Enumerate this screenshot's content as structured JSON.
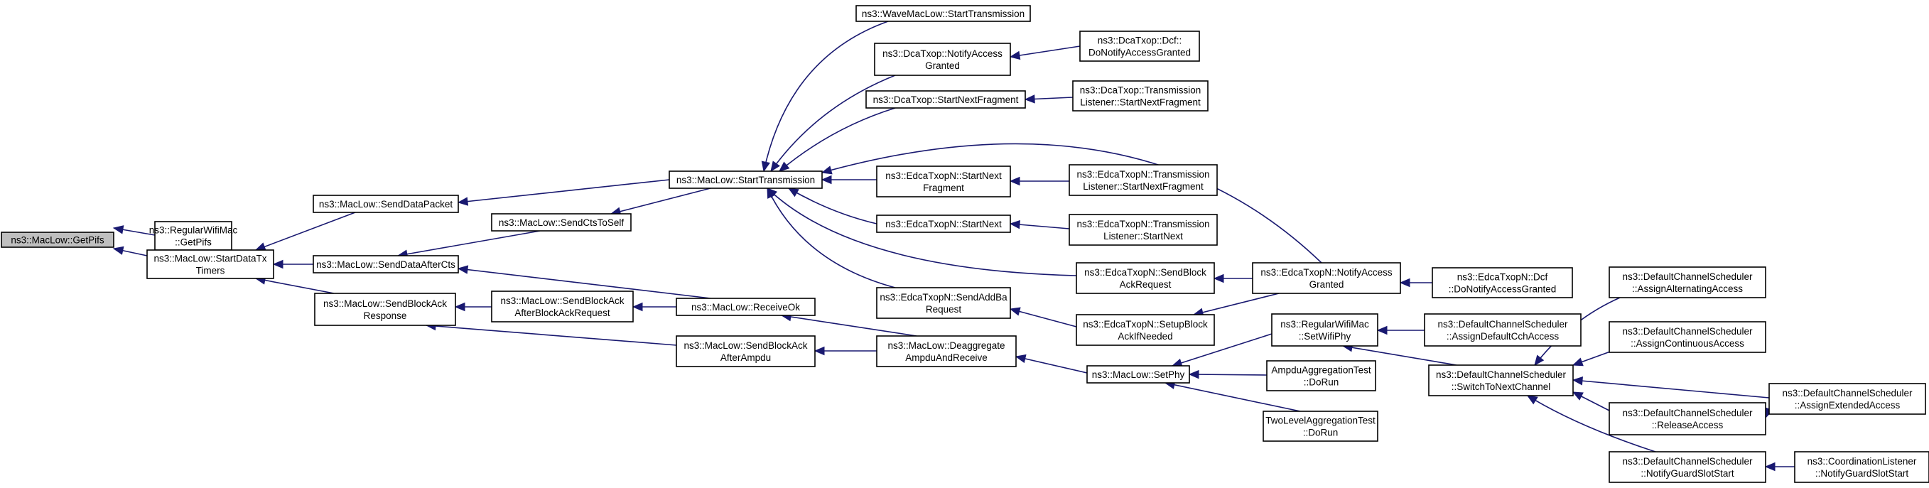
{
  "graph": {
    "root": "getpifs",
    "nodes": [
      {
        "id": "getpifs",
        "lines": [
          "ns3::MacLow::GetPifs"
        ]
      },
      {
        "id": "regwifi_getpifs",
        "lines": [
          "ns3::RegularWifiMac",
          "::GetPifs"
        ]
      },
      {
        "id": "startdatatx",
        "lines": [
          "ns3::MacLow::StartDataTx",
          "Timers"
        ]
      },
      {
        "id": "senddatapacket",
        "lines": [
          "ns3::MacLow::SendDataPacket"
        ]
      },
      {
        "id": "senddataaftercts",
        "lines": [
          "ns3::MacLow::SendDataAfterCts"
        ]
      },
      {
        "id": "sendblockackresp",
        "lines": [
          "ns3::MacLow::SendBlockAck",
          "Response"
        ]
      },
      {
        "id": "sendctstoself",
        "lines": [
          "ns3::MacLow::SendCtsToSelf"
        ]
      },
      {
        "id": "sendbaafterbar",
        "lines": [
          "ns3::MacLow::SendBlockAck",
          "AfterBlockAckRequest"
        ]
      },
      {
        "id": "sendbaafterampdu",
        "lines": [
          "ns3::MacLow::SendBlockAck",
          "AfterAmpdu"
        ]
      },
      {
        "id": "receiveok",
        "lines": [
          "ns3::MacLow::ReceiveOk"
        ]
      },
      {
        "id": "starttransmission",
        "lines": [
          "ns3::MacLow::StartTransmission"
        ]
      },
      {
        "id": "deaggregate",
        "lines": [
          "ns3::MacLow::Deaggregate",
          "AmpduAndReceive"
        ]
      },
      {
        "id": "wave_starttx",
        "lines": [
          "ns3::WaveMacLow::StartTransmission"
        ]
      },
      {
        "id": "dca_notify",
        "lines": [
          "ns3::DcaTxop::NotifyAccess",
          "Granted"
        ]
      },
      {
        "id": "dca_startnextfrag",
        "lines": [
          "ns3::DcaTxop::StartNextFragment"
        ]
      },
      {
        "id": "edca_startnextfrag",
        "lines": [
          "ns3::EdcaTxopN::StartNext",
          "Fragment"
        ]
      },
      {
        "id": "edca_startnext",
        "lines": [
          "ns3::EdcaTxopN::StartNext"
        ]
      },
      {
        "id": "edca_sendaddba",
        "lines": [
          "ns3::EdcaTxopN::SendAddBa",
          "Request"
        ]
      },
      {
        "id": "setphy",
        "lines": [
          "ns3::MacLow::SetPhy"
        ]
      },
      {
        "id": "dcf_donotify",
        "lines": [
          "ns3::DcaTxop::Dcf::",
          "DoNotifyAccessGranted"
        ]
      },
      {
        "id": "dca_tl_startnextfrag",
        "lines": [
          "ns3::DcaTxop::Transmission",
          "Listener::StartNextFragment"
        ]
      },
      {
        "id": "edca_tl_startnextfrag",
        "lines": [
          "ns3::EdcaTxopN::Transmission",
          "Listener::StartNextFragment"
        ]
      },
      {
        "id": "edca_tl_startnext",
        "lines": [
          "ns3::EdcaTxopN::Transmission",
          "Listener::StartNext"
        ]
      },
      {
        "id": "edca_sendbar",
        "lines": [
          "ns3::EdcaTxopN::SendBlock",
          "AckRequest"
        ]
      },
      {
        "id": "edca_setupba",
        "lines": [
          "ns3::EdcaTxopN::SetupBlock",
          "AckIfNeeded"
        ]
      },
      {
        "id": "edca_notify",
        "lines": [
          "ns3::EdcaTxopN::NotifyAccess",
          "Granted"
        ]
      },
      {
        "id": "regwifi_setwifiphy",
        "lines": [
          "ns3::RegularWifiMac",
          "::SetWifiPhy"
        ]
      },
      {
        "id": "ampdu_dorun",
        "lines": [
          "AmpduAggregationTest",
          "::DoRun"
        ]
      },
      {
        "id": "twolevel_dorun",
        "lines": [
          "TwoLevelAggregationTest",
          "::DoRun"
        ]
      },
      {
        "id": "edca_dcf_donotify",
        "lines": [
          "ns3::EdcaTxopN::Dcf",
          "::DoNotifyAccessGranted"
        ]
      },
      {
        "id": "dcs_assigndefault",
        "lines": [
          "ns3::DefaultChannelScheduler",
          "::AssignDefaultCchAccess"
        ]
      },
      {
        "id": "dcs_switch",
        "lines": [
          "ns3::DefaultChannelScheduler",
          "::SwitchToNextChannel"
        ]
      },
      {
        "id": "dcs_assignalt",
        "lines": [
          "ns3::DefaultChannelScheduler",
          "::AssignAlternatingAccess"
        ]
      },
      {
        "id": "dcs_assigncont",
        "lines": [
          "ns3::DefaultChannelScheduler",
          "::AssignContinuousAccess"
        ]
      },
      {
        "id": "dcs_release",
        "lines": [
          "ns3::DefaultChannelScheduler",
          "::ReleaseAccess"
        ]
      },
      {
        "id": "dcs_notifyguard",
        "lines": [
          "ns3::DefaultChannelScheduler",
          "::NotifyGuardSlotStart"
        ]
      },
      {
        "id": "dcs_assignext",
        "lines": [
          "ns3::DefaultChannelScheduler",
          "::AssignExtendedAccess"
        ]
      },
      {
        "id": "coord_notifyguard",
        "lines": [
          "ns3::CoordinationListener",
          "::NotifyGuardSlotStart"
        ]
      }
    ],
    "edges": [
      {
        "from": "regwifi_getpifs",
        "to": "getpifs"
      },
      {
        "from": "startdatatx",
        "to": "getpifs"
      },
      {
        "from": "senddatapacket",
        "to": "startdatatx"
      },
      {
        "from": "senddataaftercts",
        "to": "startdatatx"
      },
      {
        "from": "sendblockackresp",
        "to": "startdatatx"
      },
      {
        "from": "starttransmission",
        "to": "senddatapacket"
      },
      {
        "from": "sendctstoself",
        "to": "senddataaftercts"
      },
      {
        "from": "receiveok",
        "to": "senddataaftercts"
      },
      {
        "from": "sendbaafterbar",
        "to": "sendblockackresp"
      },
      {
        "from": "sendbaafterampdu",
        "to": "sendblockackresp"
      },
      {
        "from": "starttransmission",
        "to": "sendctstoself"
      },
      {
        "from": "receiveok",
        "to": "sendbaafterbar"
      },
      {
        "from": "deaggregate",
        "to": "receiveok"
      },
      {
        "from": "deaggregate",
        "to": "sendbaafterampdu"
      },
      {
        "from": "wave_starttx",
        "to": "starttransmission"
      },
      {
        "from": "dca_notify",
        "to": "starttransmission"
      },
      {
        "from": "dca_startnextfrag",
        "to": "starttransmission"
      },
      {
        "from": "edca_startnextfrag",
        "to": "starttransmission"
      },
      {
        "from": "edca_startnext",
        "to": "starttransmission"
      },
      {
        "from": "edca_sendaddba",
        "to": "starttransmission"
      },
      {
        "from": "edca_sendbar",
        "to": "starttransmission"
      },
      {
        "from": "edca_notify",
        "to": "starttransmission"
      },
      {
        "from": "setphy",
        "to": "deaggregate"
      },
      {
        "from": "dcf_donotify",
        "to": "dca_notify"
      },
      {
        "from": "dca_tl_startnextfrag",
        "to": "dca_startnextfrag"
      },
      {
        "from": "edca_tl_startnextfrag",
        "to": "edca_startnextfrag"
      },
      {
        "from": "edca_tl_startnext",
        "to": "edca_startnext"
      },
      {
        "from": "edca_setupba",
        "to": "edca_sendaddba"
      },
      {
        "from": "edca_notify",
        "to": "edca_sendbar"
      },
      {
        "from": "edca_notify",
        "to": "edca_setupba"
      },
      {
        "from": "edca_dcf_donotify",
        "to": "edca_notify"
      },
      {
        "from": "regwifi_setwifiphy",
        "to": "setphy"
      },
      {
        "from": "ampdu_dorun",
        "to": "setphy"
      },
      {
        "from": "twolevel_dorun",
        "to": "setphy"
      },
      {
        "from": "dcs_assigndefault",
        "to": "regwifi_setwifiphy"
      },
      {
        "from": "dcs_switch",
        "to": "regwifi_setwifiphy"
      },
      {
        "from": "dcs_assignalt",
        "to": "dcs_switch"
      },
      {
        "from": "dcs_assigncont",
        "to": "dcs_switch"
      },
      {
        "from": "dcs_assignext",
        "to": "dcs_switch"
      },
      {
        "from": "dcs_release",
        "to": "dcs_switch"
      },
      {
        "from": "dcs_notifyguard",
        "to": "dcs_switch"
      },
      {
        "from": "dcs_assignext",
        "to": "dcs_release"
      },
      {
        "from": "coord_notifyguard",
        "to": "dcs_notifyguard"
      }
    ]
  }
}
